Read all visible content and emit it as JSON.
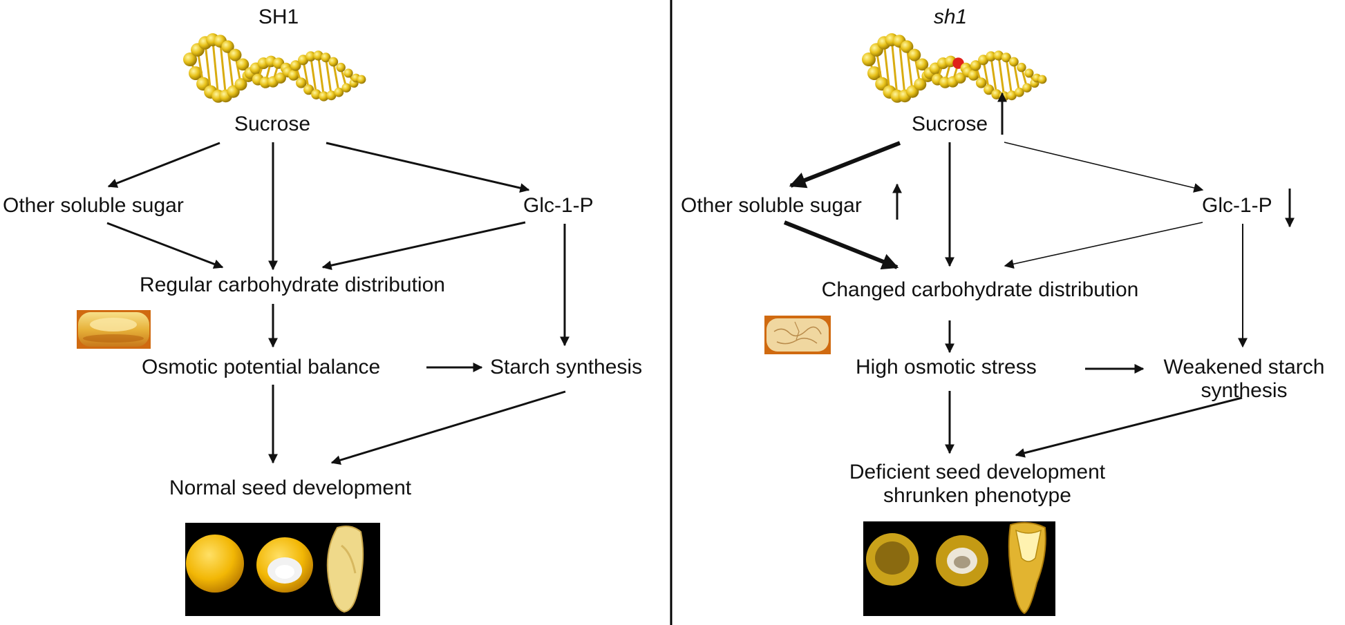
{
  "left_panel": {
    "gene_label": "SH1",
    "nodes": {
      "sucrose": "Sucrose",
      "other_sugar": "Other soluble sugar",
      "glc1p": "Glc-1-P",
      "carb_distribution": "Regular carbohydrate distribution",
      "osmotic": "Osmotic potential balance",
      "starch": "Starch synthesis",
      "seed": "Normal seed development"
    }
  },
  "right_panel": {
    "gene_label": "sh1",
    "nodes": {
      "sucrose": "Sucrose",
      "other_sugar": "Other soluble sugar",
      "glc1p": "Glc-1-P",
      "carb_distribution": "Changed carbohydrate distribution",
      "osmotic": "High osmotic stress",
      "starch_line1": "Weakened starch",
      "starch_line2": "synthesis",
      "seed_line1": "Deficient seed development",
      "seed_line2": "shrunken phenotype"
    },
    "level_changes": {
      "sucrose": "up",
      "other_sugar": "up",
      "glc1p": "down"
    }
  },
  "colors": {
    "dna_gold": "#e8c21a",
    "dna_highlight": "#fff27a",
    "mutation": "#e0201a",
    "kernel_yellow": "#f2b705",
    "photo_background": "#000000",
    "arrow": "#111111"
  }
}
